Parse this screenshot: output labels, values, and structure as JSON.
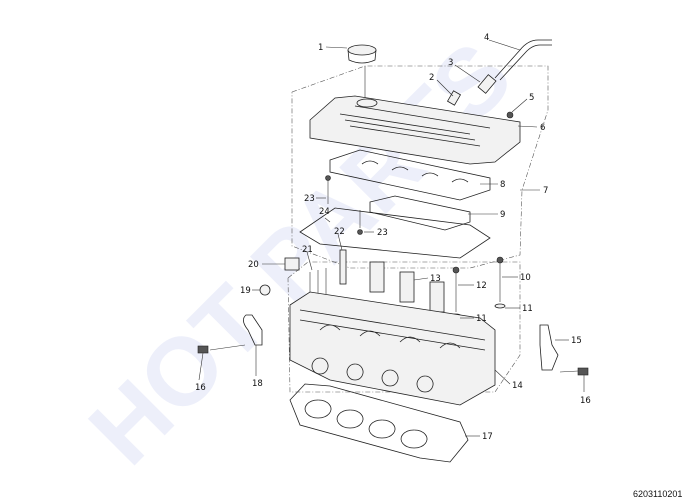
{
  "watermark": "HOT PARTS",
  "diagram_code": "6203110201",
  "callouts": [
    "1",
    "2",
    "3",
    "4",
    "5",
    "6",
    "7",
    "8",
    "9",
    "10",
    "11",
    "11",
    "12",
    "13",
    "14",
    "15",
    "16",
    "16",
    "17",
    "18",
    "19",
    "20",
    "21",
    "22",
    "23",
    "23",
    "24"
  ],
  "colors": {
    "line": "#222222",
    "watermark": "#dfe3f7"
  }
}
